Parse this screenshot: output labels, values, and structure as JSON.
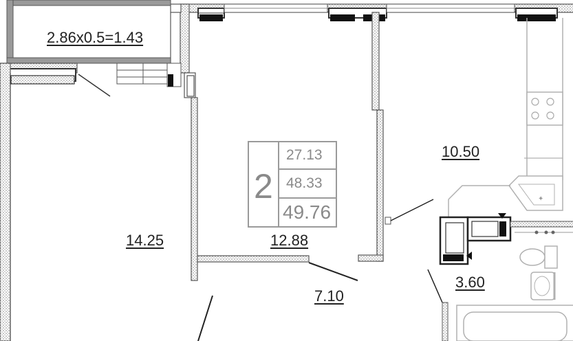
{
  "balcony": {
    "area_formula": "2.86x0.5=1.43"
  },
  "rooms": {
    "bedroom_large": "14.25",
    "bedroom_middle": "12.88",
    "kitchen": "10.50",
    "hall": "7.10",
    "bathroom": "3.60"
  },
  "summary": {
    "room_count": "2",
    "living_area": "27.13",
    "total_area": "48.33",
    "total_with_balcony": "49.76"
  },
  "colors": {
    "wall_outline": "#555555",
    "wall_fill": "#9a9a9a",
    "fixture_line": "#b0b0b0",
    "summary_border": "#9a9a9a",
    "summary_text": "#8a8a8a",
    "label_text": "#222222"
  }
}
